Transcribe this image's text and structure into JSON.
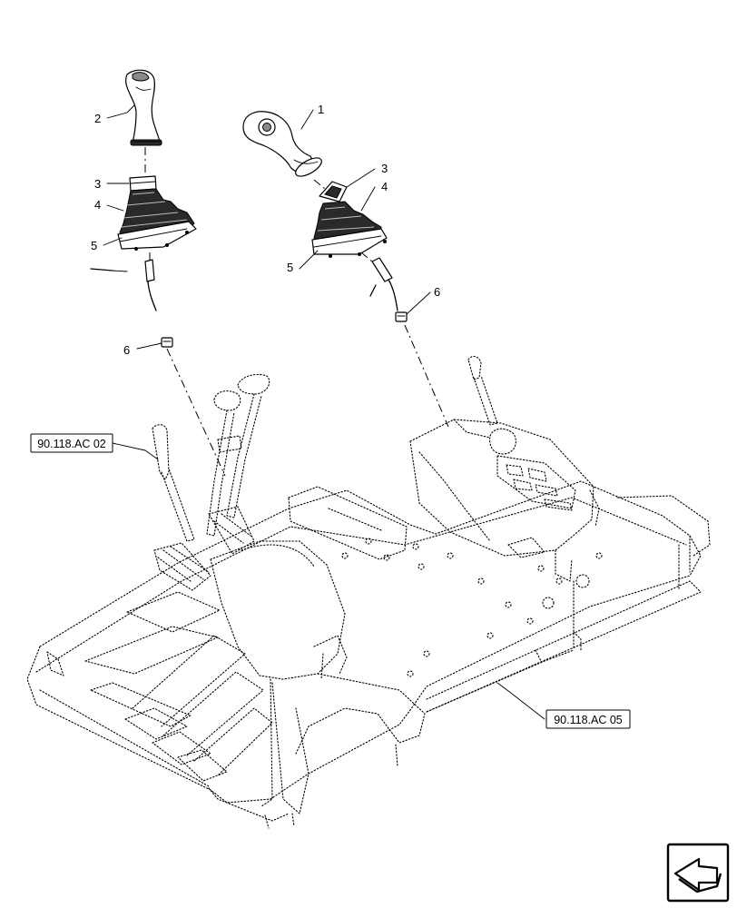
{
  "callouts": {
    "c1": "1",
    "c2": "2",
    "c3_left": "3",
    "c3_right": "3",
    "c4_left": "4",
    "c4_right": "4",
    "c5_left": "5",
    "c5_right": "5",
    "c6_left": "6",
    "c6_right": "6"
  },
  "references": {
    "left": "90.118.AC 02",
    "right": "90.118.AC 05"
  },
  "nav_icon": "next-page-arrow-icon"
}
